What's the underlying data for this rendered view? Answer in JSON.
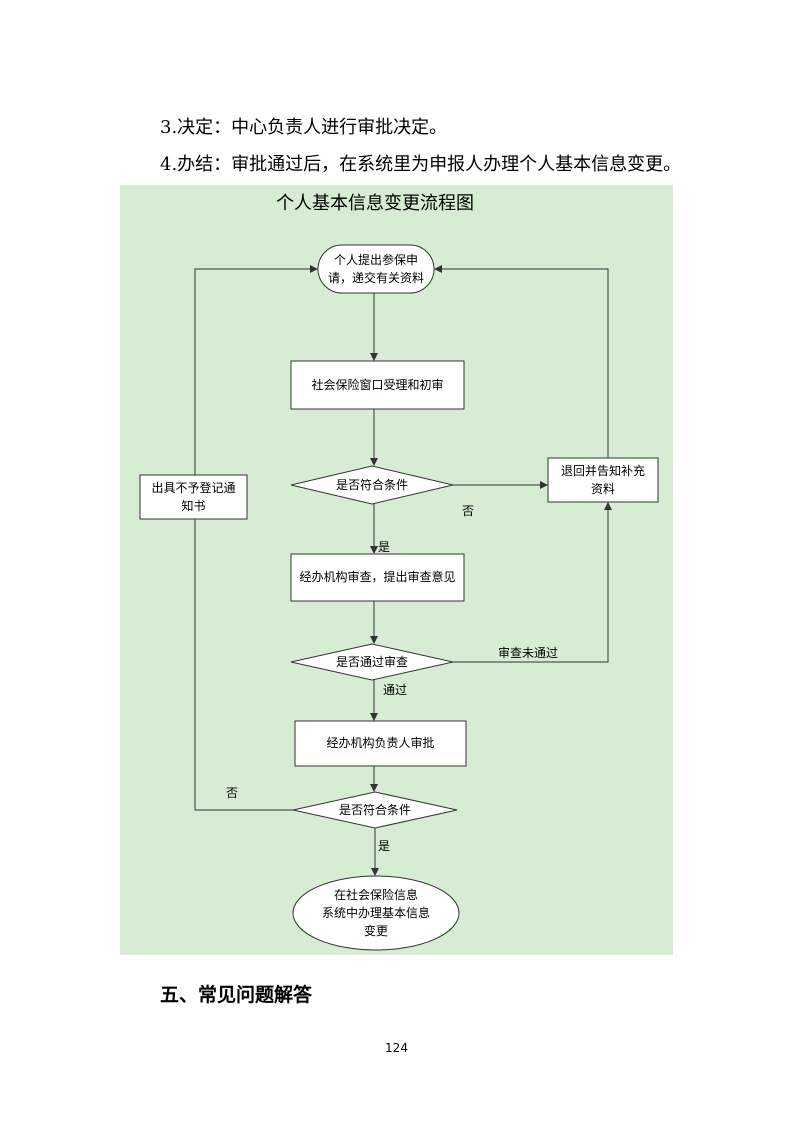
{
  "paragraphs": [
    "3.决定：中心负责人进行审批决定。",
    "4.办结：审批通过后，在系统里为申报人办理个人基本信息变更。"
  ],
  "flowchart": {
    "title": "个人基本信息变更流程图",
    "nodes": {
      "start": "个人提出参保申\n请，递交有关资料",
      "accept": "社会保险窗口受理和初审",
      "check1": "是否符合条件",
      "return": "退回并告知补充\n资料",
      "refuse": "出具不予登记通\n知书",
      "review": "经办机构审查，提出审查意见",
      "check2": "是否通过审查",
      "approve": "经办机构负责人审批",
      "check3": "是否符合条件",
      "end": "在社会保险信息\n系统中办理基本信息\n变更"
    },
    "edges": {
      "check1_no": "否",
      "check1_yes": "是",
      "check2_fail": "审查未通过",
      "check2_pass": "通过",
      "check3_no": "否",
      "check3_yes": "是"
    }
  },
  "section_heading": "五、常见问题解答",
  "page_number": "124",
  "colors": {
    "flow_background": "#d6ecd3",
    "box_fill": "#ffffff",
    "line": "#333333"
  }
}
